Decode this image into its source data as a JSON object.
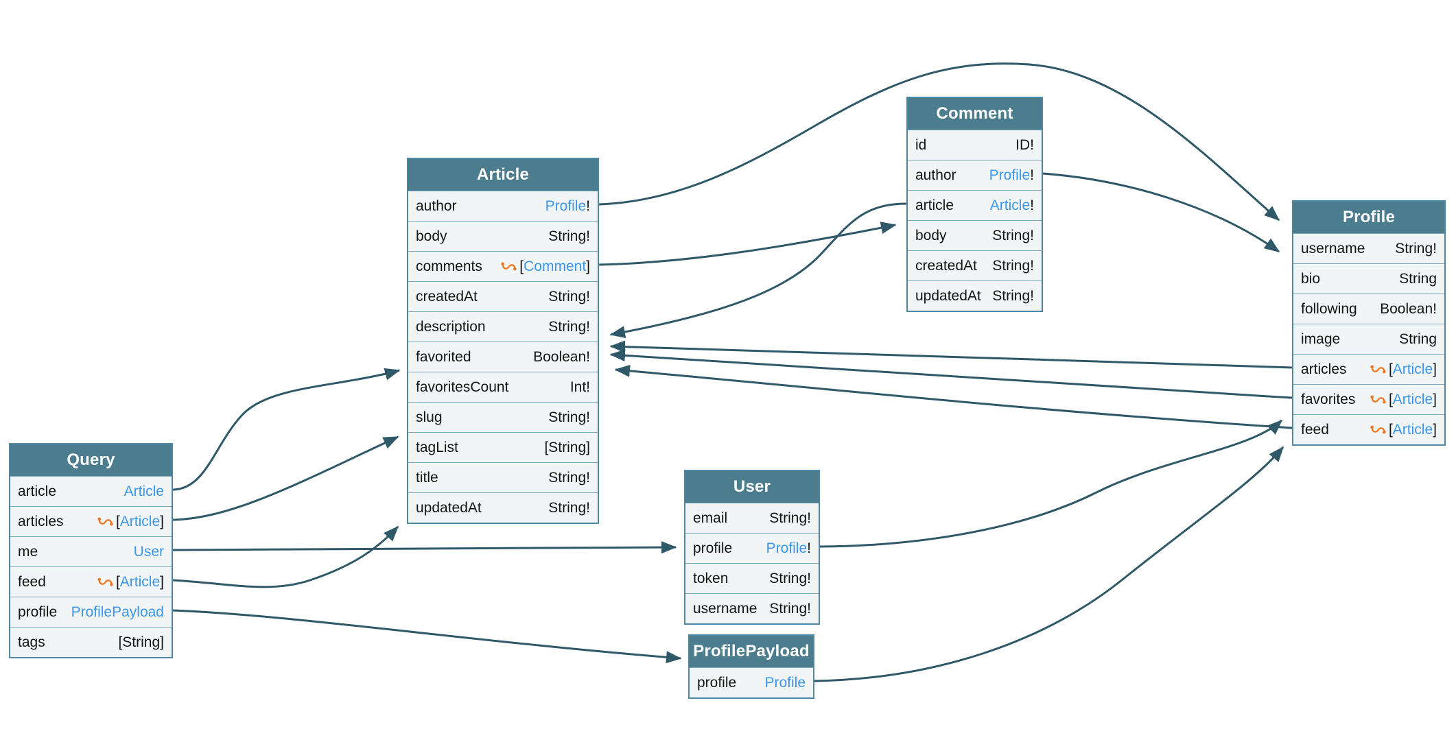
{
  "colors": {
    "header_bg": "#4b7d8f",
    "row_bg": "#f2f5f5",
    "table_border": "#4f87a2",
    "edge": "#2f5868",
    "type_link": "#3a97ee",
    "list_icon": "#ee7623",
    "text": "#141414"
  },
  "tables": {
    "query": {
      "title": "Query",
      "fields": [
        {
          "name": "article",
          "prefix": "",
          "type": "Article",
          "suffix": ""
        },
        {
          "name": "articles",
          "prefix": "[",
          "type": "Article",
          "suffix": "]"
        },
        {
          "name": "me",
          "prefix": "",
          "type": "User",
          "suffix": ""
        },
        {
          "name": "feed",
          "prefix": "[",
          "type": "Article",
          "suffix": "]"
        },
        {
          "name": "profile",
          "prefix": "",
          "type": "ProfilePayload",
          "suffix": ""
        },
        {
          "name": "tags",
          "type": "[String]"
        }
      ]
    },
    "article": {
      "title": "Article",
      "fields": [
        {
          "name": "author",
          "prefix": "",
          "type": "Profile",
          "suffix": "!"
        },
        {
          "name": "body",
          "type": "String!"
        },
        {
          "name": "comments",
          "prefix": "[",
          "type": "Comment",
          "suffix": "]"
        },
        {
          "name": "createdAt",
          "type": "String!"
        },
        {
          "name": "description",
          "type": "String!"
        },
        {
          "name": "favorited",
          "type": "Boolean!"
        },
        {
          "name": "favoritesCount",
          "type": "Int!"
        },
        {
          "name": "slug",
          "type": "String!"
        },
        {
          "name": "tagList",
          "type": "[String]"
        },
        {
          "name": "title",
          "type": "String!"
        },
        {
          "name": "updatedAt",
          "type": "String!"
        }
      ]
    },
    "comment": {
      "title": "Comment",
      "fields": [
        {
          "name": "id",
          "type": "ID!"
        },
        {
          "name": "author",
          "prefix": "",
          "type": "Profile",
          "suffix": "!"
        },
        {
          "name": "article",
          "prefix": "",
          "type": "Article",
          "suffix": "!"
        },
        {
          "name": "body",
          "type": "String!"
        },
        {
          "name": "createdAt",
          "type": "String!"
        },
        {
          "name": "updatedAt",
          "type": "String!"
        }
      ]
    },
    "user": {
      "title": "User",
      "fields": [
        {
          "name": "email",
          "type": "String!"
        },
        {
          "name": "profile",
          "prefix": "",
          "type": "Profile",
          "suffix": "!"
        },
        {
          "name": "token",
          "type": "String!"
        },
        {
          "name": "username",
          "type": "String!"
        }
      ]
    },
    "profilePayload": {
      "title": "ProfilePayload",
      "fields": [
        {
          "name": "profile",
          "prefix": "",
          "type": "Profile",
          "suffix": ""
        }
      ]
    },
    "profile": {
      "title": "Profile",
      "fields": [
        {
          "name": "username",
          "type": "String!"
        },
        {
          "name": "bio",
          "type": "String"
        },
        {
          "name": "following",
          "type": "Boolean!"
        },
        {
          "name": "image",
          "type": "String"
        },
        {
          "name": "articles",
          "prefix": "[",
          "type": "Article",
          "suffix": "]"
        },
        {
          "name": "favorites",
          "prefix": "[",
          "type": "Article",
          "suffix": "]"
        },
        {
          "name": "feed",
          "prefix": "[",
          "type": "Article",
          "suffix": "]"
        }
      ]
    }
  },
  "edges": [
    {
      "from": "Query.article",
      "to": "Article"
    },
    {
      "from": "Query.articles",
      "to": "Article"
    },
    {
      "from": "Query.me",
      "to": "User"
    },
    {
      "from": "Query.feed",
      "to": "Article"
    },
    {
      "from": "Query.profile",
      "to": "ProfilePayload"
    },
    {
      "from": "Article.author",
      "to": "Profile"
    },
    {
      "from": "Article.comments",
      "to": "Comment"
    },
    {
      "from": "Comment.author",
      "to": "Profile"
    },
    {
      "from": "Comment.article",
      "to": "Article"
    },
    {
      "from": "Profile.articles",
      "to": "Article"
    },
    {
      "from": "Profile.favorites",
      "to": "Article"
    },
    {
      "from": "Profile.feed",
      "to": "Article"
    },
    {
      "from": "User.profile",
      "to": "Profile"
    },
    {
      "from": "ProfilePayload.profile",
      "to": "Profile"
    }
  ]
}
